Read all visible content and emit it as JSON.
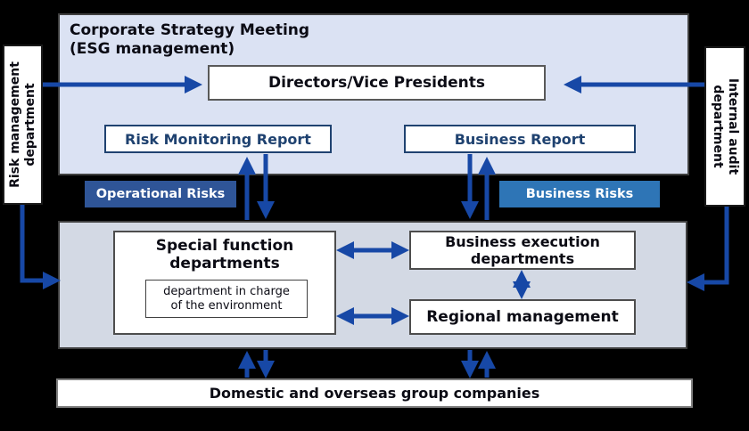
{
  "diagram": {
    "top_section": {
      "title_line1": "Corporate Strategy Meeting",
      "title_line2": "(ESG management)",
      "directors_box": "Directors/Vice Presidents",
      "risk_monitoring_report": "Risk Monitoring Report",
      "business_report": "Business Report"
    },
    "badges": {
      "operational_risks": "Operational Risks",
      "business_risks": "Business Risks"
    },
    "side_boxes": {
      "risk_management": "Risk management department",
      "internal_audit": "Internal audit department"
    },
    "lower_section": {
      "special_function_line1": "Special function",
      "special_function_line2": "departments",
      "environment_dept_line1": "department in charge",
      "environment_dept_line2": "of the environment",
      "business_execution_line1": "Business execution",
      "business_execution_line2": "departments",
      "regional_management": "Regional management"
    },
    "bottom_bar": "Domestic and overseas group companies"
  },
  "colors": {
    "background": "#000000",
    "arrow": "#1748a6",
    "top_box_bg": "#dbe2f3",
    "lower_box_bg": "#d3d9e4",
    "report_accent": "#1f4270",
    "operational_risks_bg": "#2f5597",
    "business_risks_bg": "#2e75b6"
  }
}
